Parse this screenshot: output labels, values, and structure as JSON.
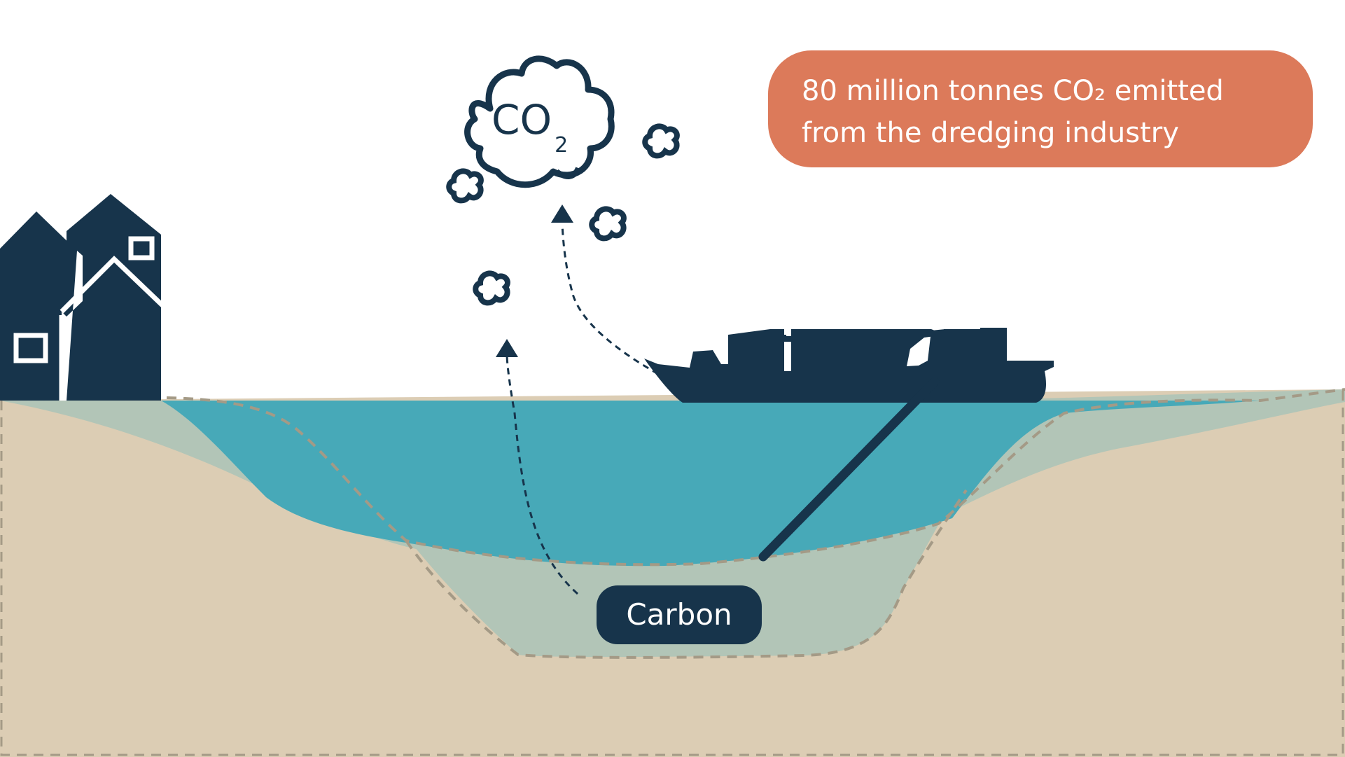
{
  "callout": {
    "line1": "80 million tonnes CO₂ emitted",
    "line2": "from the dredging industry"
  },
  "cloud": {
    "main": "CO",
    "subscript": "2"
  },
  "carbon_label": "Carbon",
  "colors": {
    "navy": "#17344b",
    "water": "#47a9b8",
    "seabed": "#dccdb4",
    "sediment": "#b2c5b7",
    "callout": "#dc7a5a",
    "dashed_outline": "#a49a86"
  },
  "icons": [
    "house-icon",
    "ship-icon",
    "co2-cloud-icon",
    "small-cloud-icon",
    "arrow-up-icon"
  ]
}
